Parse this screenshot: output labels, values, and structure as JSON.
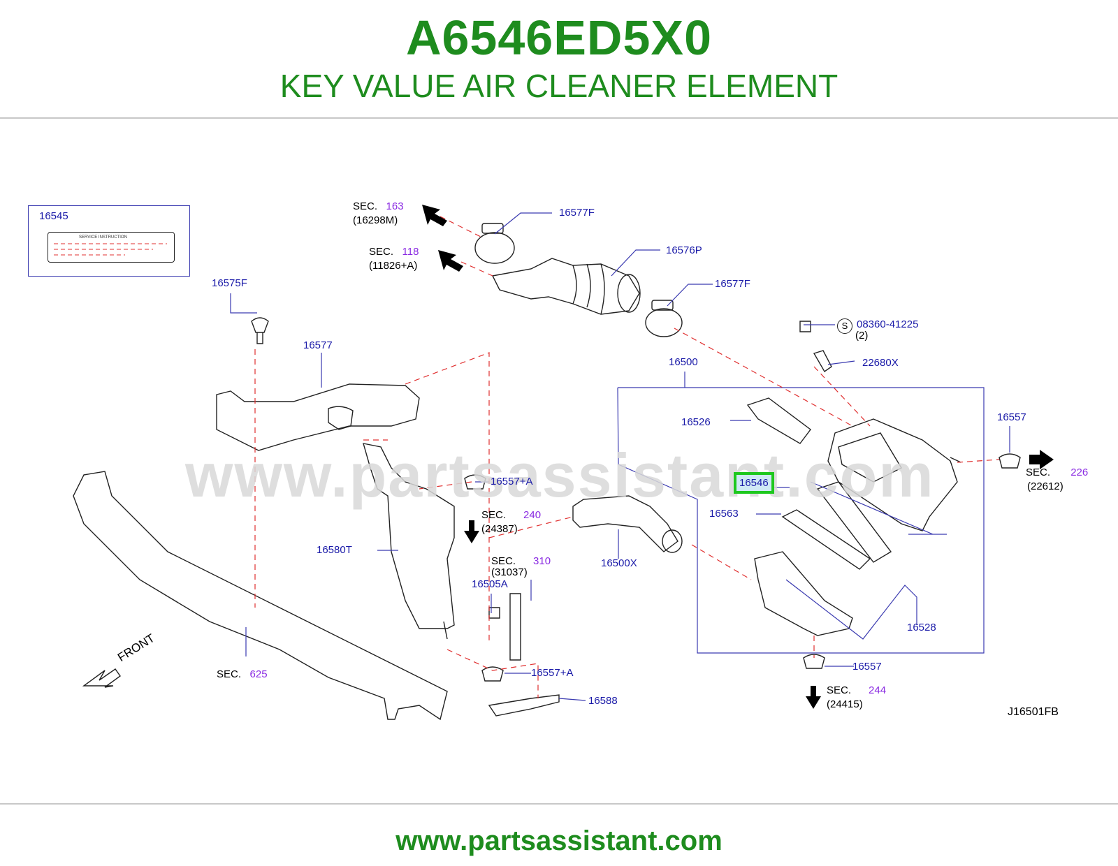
{
  "header": {
    "part_number": "A6546ED5X0",
    "part_name": "KEY VALUE AIR CLEANER ELEMENT"
  },
  "watermark": "www.partsassistant.com",
  "footer": {
    "url": "www.partsassistant.com"
  },
  "diagram_code": "J16501FB",
  "service_label": {
    "part": "16545",
    "card_text": "SERVICE     INSTRUCTION"
  },
  "highlighted_part": "16546",
  "front_label": "FRONT",
  "labels": {
    "l16577F_a": "16577F",
    "l16576P": "16576P",
    "l16577F_b": "16577F",
    "l16575F": "16575F",
    "l16577": "16577",
    "l08360": "08360-41225",
    "l08360_qty": "(2)",
    "l22680X": "22680X",
    "l16500": "16500",
    "l16526": "16526",
    "l16557_a": "16557",
    "l16563": "16563",
    "l16528": "16528",
    "l16557_b": "16557",
    "l16500X": "16500X",
    "l16557A_a": "16557+A",
    "l16580T": "16580T",
    "l16505A": "16505A",
    "l16557A_b": "16557+A",
    "l16588": "16588",
    "s_symbol": "S"
  },
  "sections": {
    "s163": {
      "prefix": "SEC.",
      "num": "163",
      "sub": "(16298M)"
    },
    "s118": {
      "prefix": "SEC.",
      "num": "118",
      "sub": "(11826+A)"
    },
    "s226": {
      "prefix": "SEC.",
      "num": "226",
      "sub": "(22612)"
    },
    "s240": {
      "prefix": "SEC.",
      "num": "240",
      "sub": "(24387)"
    },
    "s310": {
      "prefix": "SEC.",
      "num": "310",
      "sub": "(31037)"
    },
    "s625": {
      "prefix": "SEC.",
      "num": "625"
    },
    "s244": {
      "prefix": "SEC.",
      "num": "244",
      "sub": "(24415)"
    }
  },
  "colors": {
    "title_green": "#1e8c1e",
    "label_blue": "#1a1aa8",
    "section_purple": "#8a2be2",
    "dashed_red": "#e03030",
    "highlight_border": "#1ec81e"
  }
}
